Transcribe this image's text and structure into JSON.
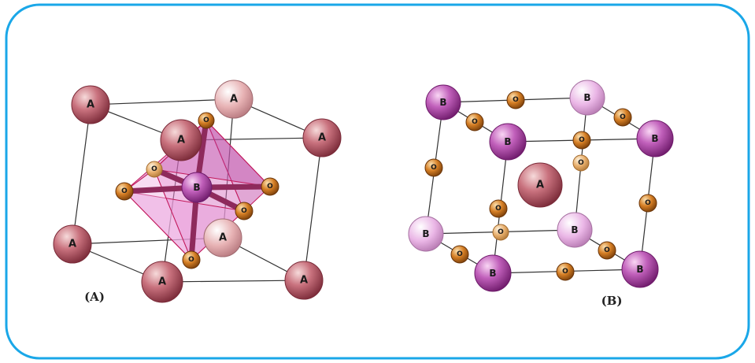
{
  "figure": {
    "border_color": "#1aa7e8",
    "panel_a": {
      "caption": "(A)",
      "labels": {
        "a": "A",
        "b": "B",
        "o": "O"
      }
    },
    "panel_b": {
      "caption": "(B)",
      "labels": {
        "a": "A",
        "b": "B",
        "o": "O"
      }
    }
  },
  "colors": {
    "atom_a": "#b85a68",
    "atom_a_light": "#f3c9c9",
    "atom_b": "#b03aa8",
    "atom_b_light": "#f4c2ee",
    "atom_o": "#c8701c",
    "atom_o_light": "#f7d19b",
    "octahedron_fill": "#e58ad2",
    "bond": "#8e2a5c",
    "edge": "#333333"
  }
}
